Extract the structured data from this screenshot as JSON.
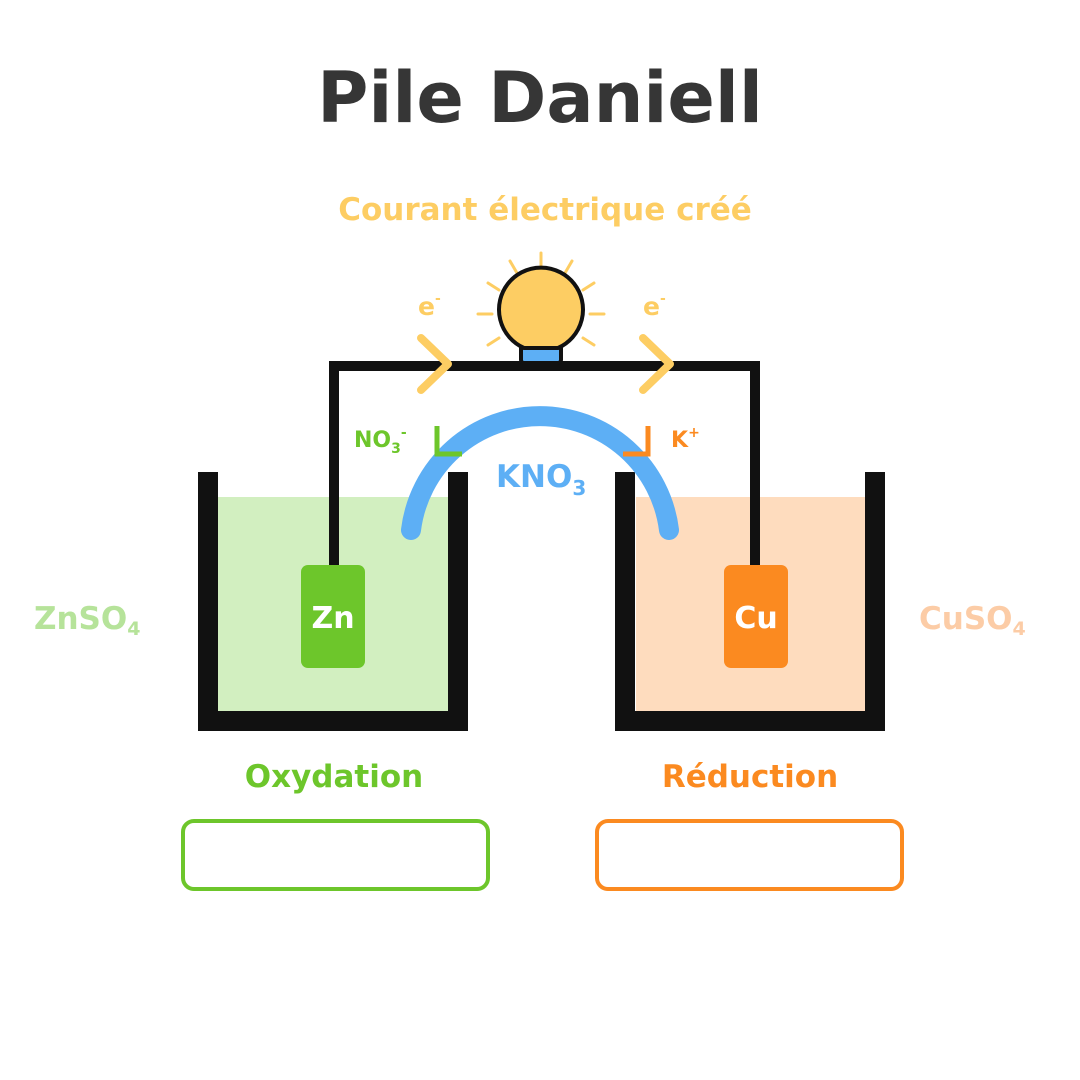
{
  "title": "Pile Daniell",
  "subtitle": "Courant électrique créé",
  "electron": {
    "symbol": "e",
    "charge": "-"
  },
  "bridge": {
    "formula": "KNO",
    "subscript": "3"
  },
  "anion": {
    "formula": "NO",
    "subscript": "3",
    "charge": "-"
  },
  "cation": {
    "formula": "K",
    "charge": "+"
  },
  "left": {
    "electrode": "Zn",
    "solution": "ZnSO",
    "solution_sub": "4",
    "process": "Oxydation"
  },
  "right": {
    "electrode": "Cu",
    "solution": "CuSO",
    "solution_sub": "4",
    "process": "Réduction"
  },
  "colors": {
    "title": "#363636",
    "wire": "#111111",
    "bulb": "#fdcd63",
    "bulb_base": "#5daff5",
    "electron": "#fdcd63",
    "bridge": "#5daff5",
    "zinc": "#6dc62b",
    "zinc_solution": "#d2efc0",
    "zinc_solution_label": "#b6e39a",
    "copper": "#fb8a20",
    "copper_solution": "#fedcbe",
    "copper_solution_label": "#fccca6"
  }
}
